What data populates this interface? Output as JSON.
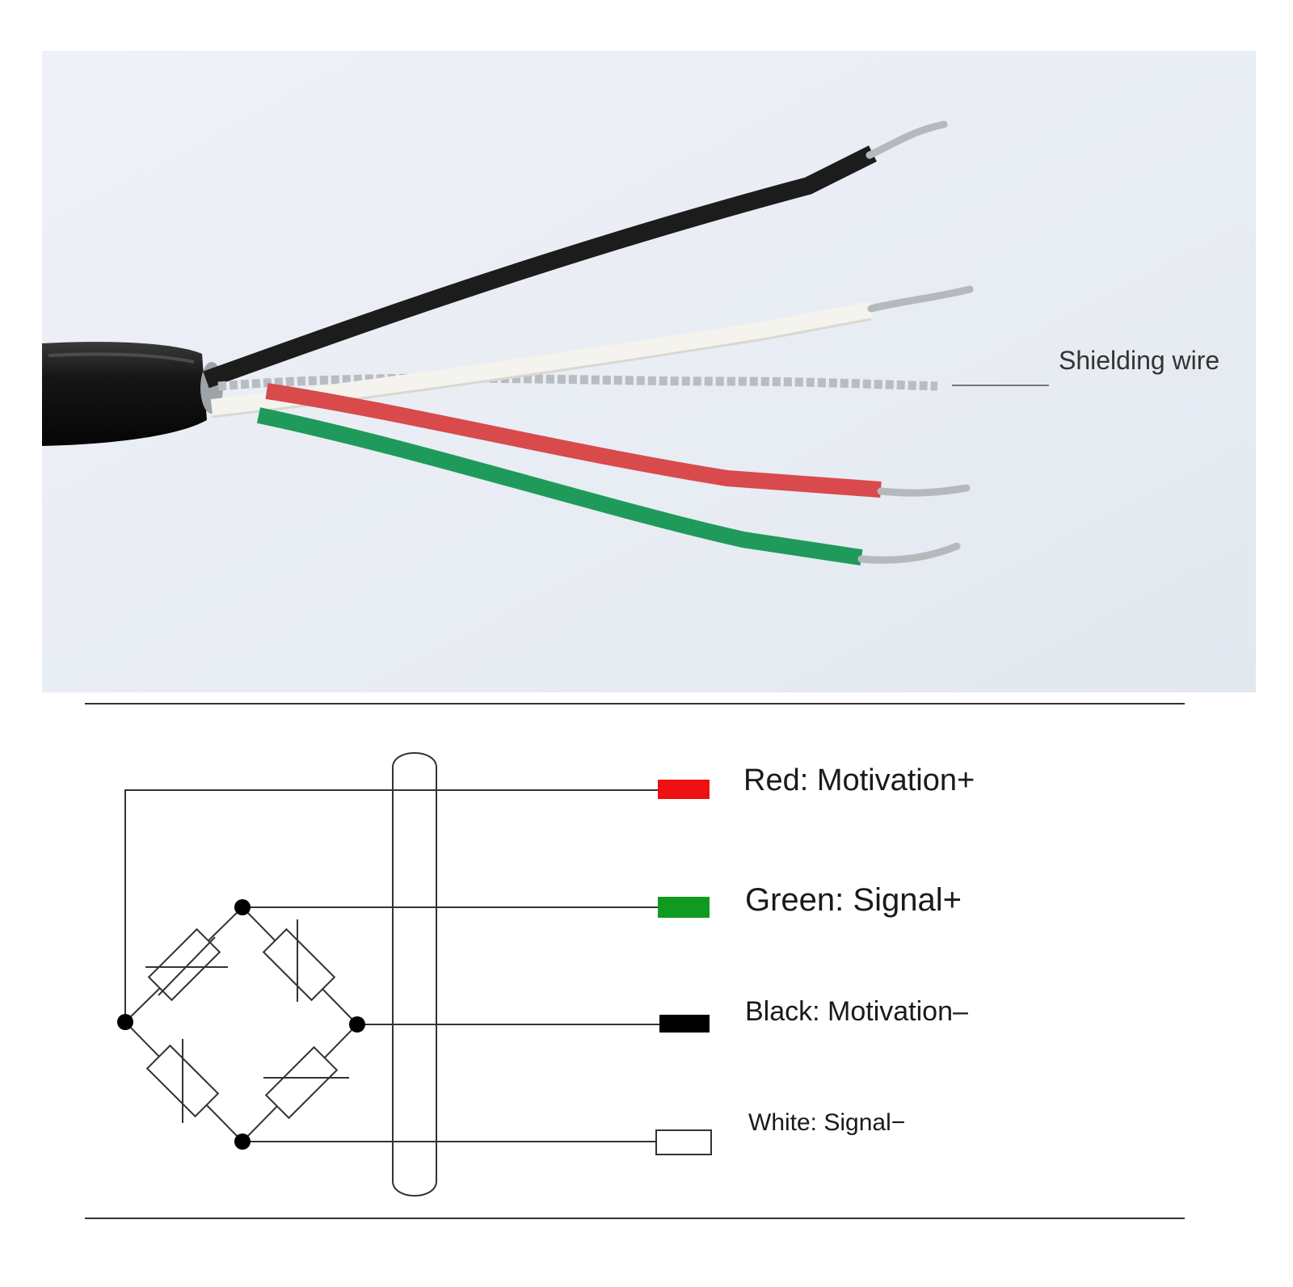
{
  "photo": {
    "background_color": "#e9edf4",
    "shield_label": "Shielding wire",
    "wires": [
      {
        "name": "black",
        "color": "#1c1c1c"
      },
      {
        "name": "white",
        "color": "#f4f3ee"
      },
      {
        "name": "shield",
        "color": "#b9bcc0"
      },
      {
        "name": "red",
        "color": "#d84a4c"
      },
      {
        "name": "green",
        "color": "#1f9a5a"
      }
    ]
  },
  "legend": [
    {
      "label": "Red: Motivation+",
      "color": "#ee1111"
    },
    {
      "label": "Green: Signal+",
      "color": "#119a22"
    },
    {
      "label": "Black: Motivation–",
      "color": "#000000"
    },
    {
      "label": "White: Signal−",
      "color": "#ffffff"
    }
  ]
}
